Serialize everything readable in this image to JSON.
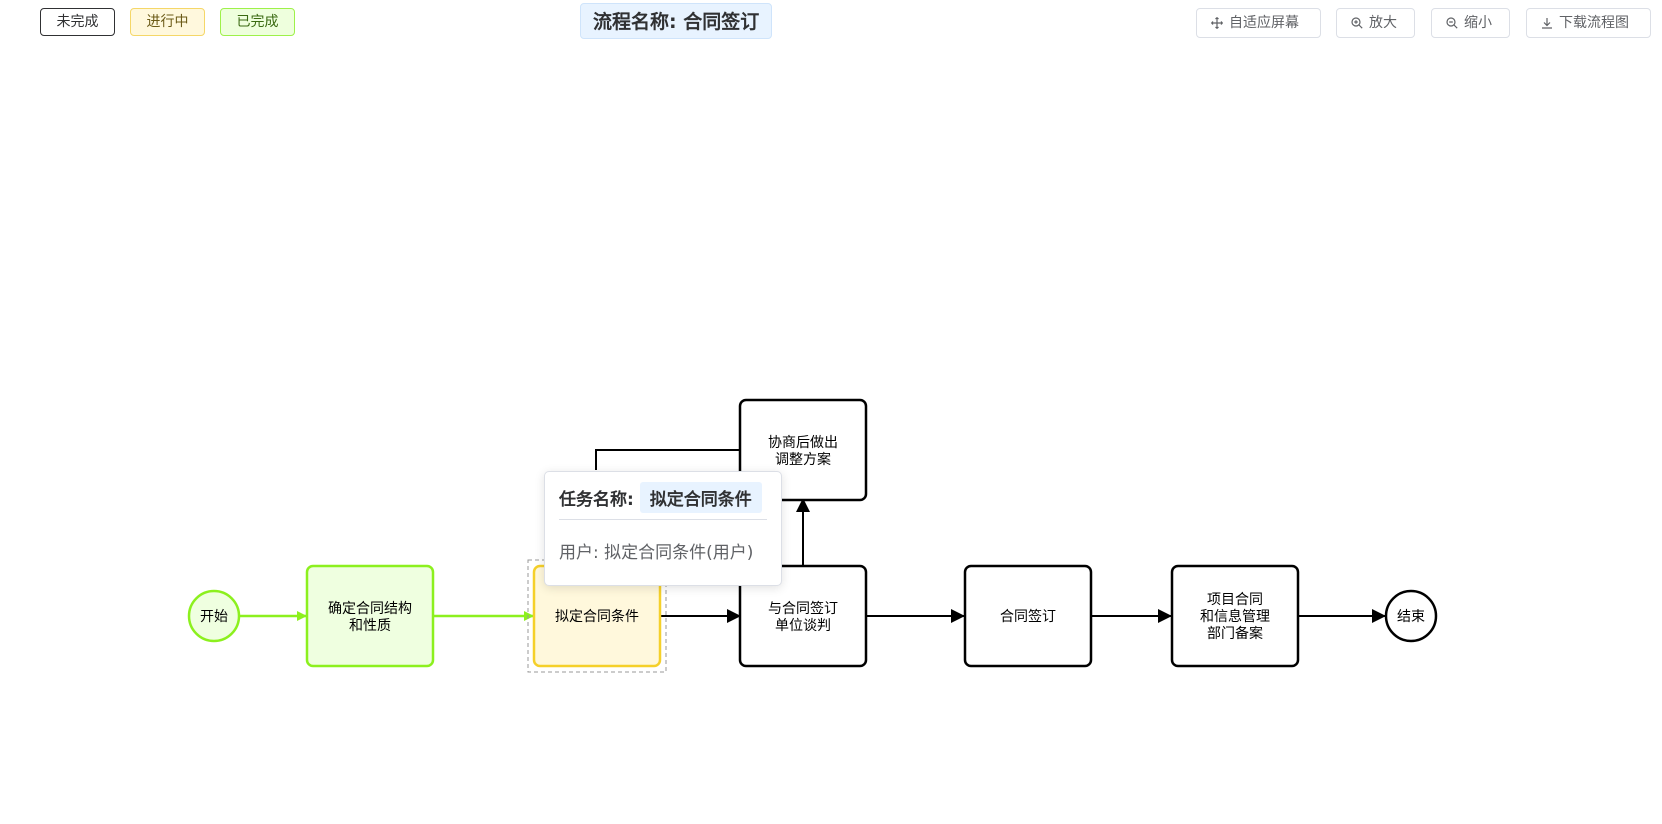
{
  "legend": {
    "pending": "未完成",
    "in_progress": "进行中",
    "completed": "已完成"
  },
  "title": "流程名称: 合同签订",
  "toolbar": {
    "fit_screen": "自适应屏幕",
    "zoom_in": "放大",
    "zoom_out": "缩小",
    "download": "下载流程图"
  },
  "nodes": {
    "start": "开始",
    "confirm_line1": "确定合同结构",
    "confirm_line2": "和性质",
    "draft": "拟定合同条件",
    "negotiate_line1": "与合同签订",
    "negotiate_line2": "单位谈判",
    "adjust_line1": "协商后做出",
    "adjust_line2": "调整方案",
    "sign": "合同签订",
    "archive_line1": "项目合同",
    "archive_line2": "和信息管理",
    "archive_line3": "部门备案",
    "end": "结束"
  },
  "tooltip": {
    "label": "任务名称:",
    "task_name": "拟定合同条件",
    "user": "用户: 拟定合同条件(用户)"
  },
  "colors": {
    "pending_border": "#000000",
    "in_progress_border": "#f5d02a",
    "in_progress_fill": "#fff8dc",
    "completed_border": "#8cf01e",
    "completed_fill": "#efffe0",
    "title_bg": "#e8f3ff"
  },
  "icons": {
    "fit_screen": "move-icon",
    "zoom_in": "zoom-in-icon",
    "zoom_out": "zoom-out-icon",
    "download": "download-icon"
  }
}
